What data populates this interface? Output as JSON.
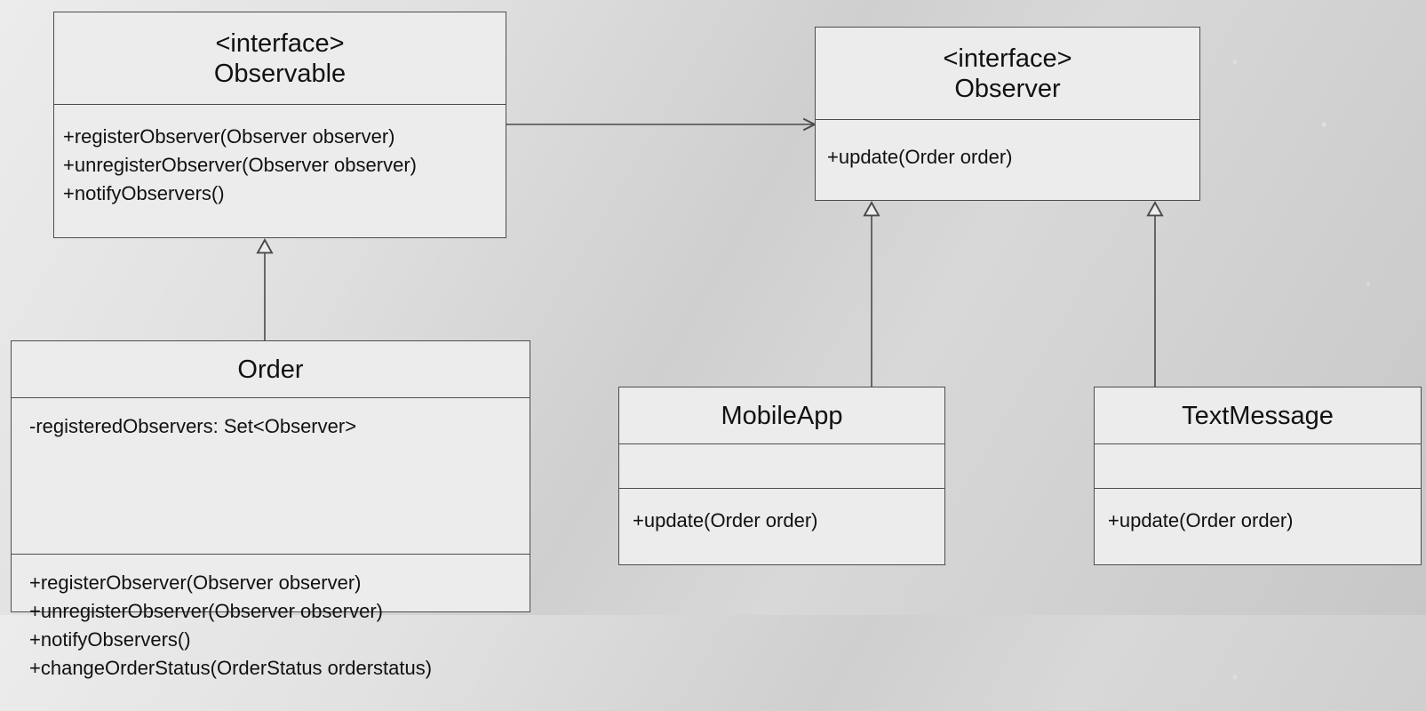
{
  "classes": {
    "observable": {
      "stereotype": "<interface>",
      "name": "Observable",
      "methods": [
        "+registerObserver(Observer observer)",
        "+unregisterObserver(Observer observer)",
        "+notifyObservers()"
      ]
    },
    "observer": {
      "stereotype": "<interface>",
      "name": "Observer",
      "methods": [
        "+update(Order order)"
      ]
    },
    "order": {
      "name": "Order",
      "attributes": [
        "-registeredObservers: Set<Observer>"
      ],
      "methods": [
        "+registerObserver(Observer observer)",
        "+unregisterObserver(Observer observer)",
        "+notifyObservers()",
        "+changeOrderStatus(OrderStatus orderstatus)"
      ]
    },
    "mobileapp": {
      "name": "MobileApp",
      "methods": [
        "+update(Order order)"
      ]
    },
    "textmessage": {
      "name": "TextMessage",
      "methods": [
        "+update(Order order)"
      ]
    }
  },
  "relationships": [
    {
      "from": "Observable",
      "to": "Observer",
      "type": "association"
    },
    {
      "from": "Order",
      "to": "Observable",
      "type": "realization"
    },
    {
      "from": "MobileApp",
      "to": "Observer",
      "type": "realization"
    },
    {
      "from": "TextMessage",
      "to": "Observer",
      "type": "realization"
    }
  ]
}
